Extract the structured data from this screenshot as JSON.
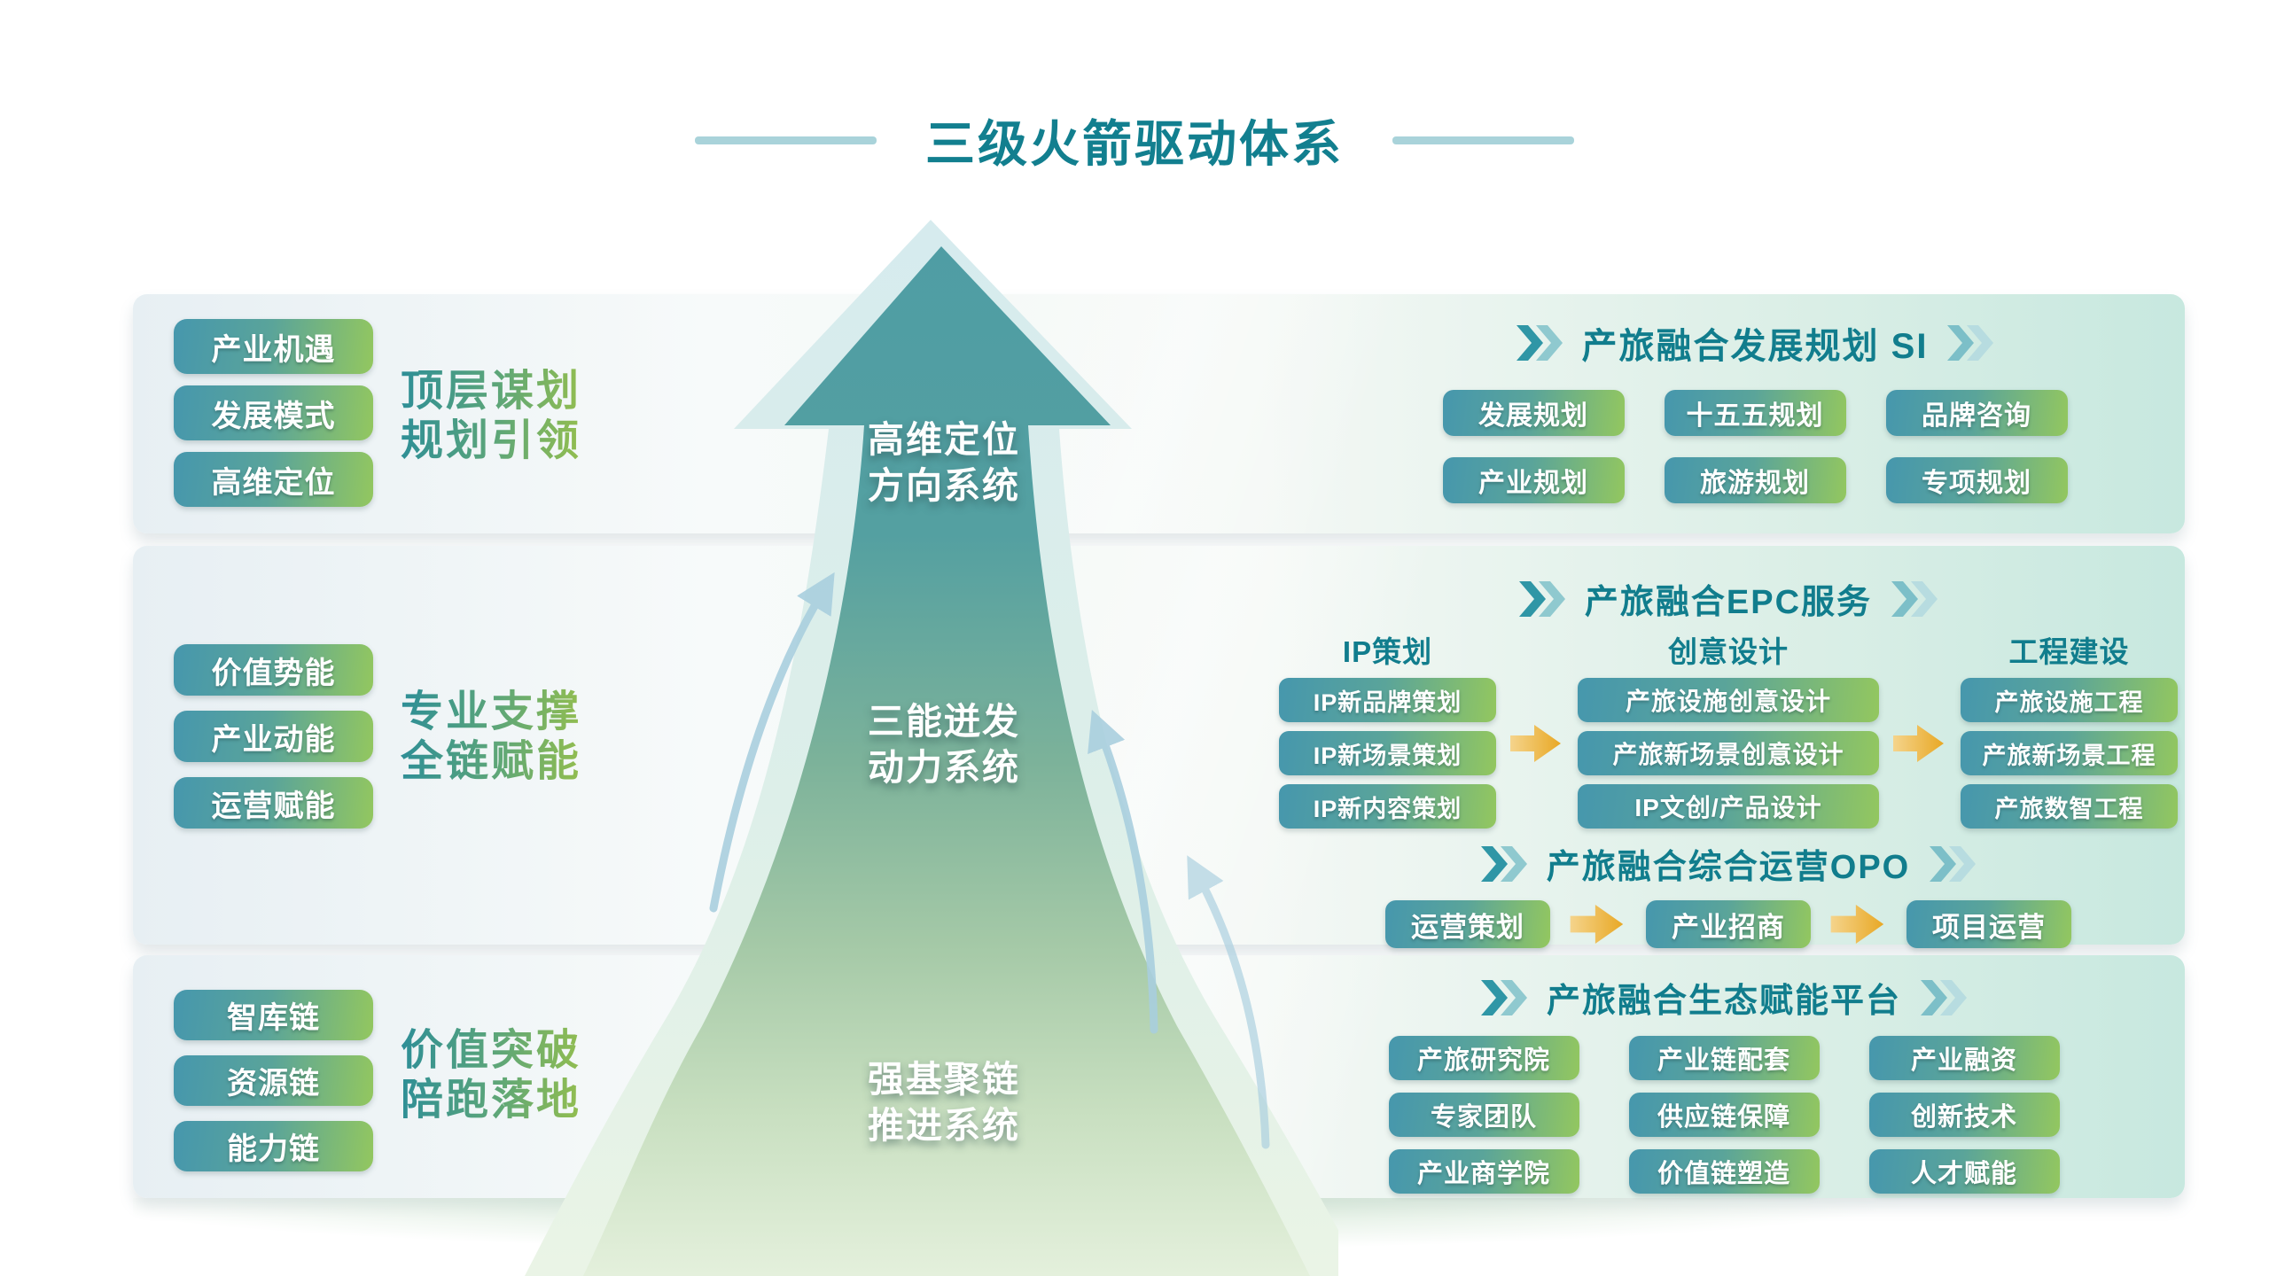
{
  "title": "三级火箭驱动体系",
  "rocket": {
    "stages": [
      {
        "line1": "高维定位",
        "line2": "方向系统"
      },
      {
        "line1": "三能迸发",
        "line2": "动力系统"
      },
      {
        "line1": "强基聚链",
        "line2": "推进系统"
      }
    ]
  },
  "band1": {
    "left_items": [
      "产业机遇",
      "发展模式",
      "高维定位"
    ],
    "label": {
      "line1": "顶层谋划",
      "line2": "规划引领"
    },
    "right": {
      "header": "产旅融合发展规划 SI",
      "buttons": [
        "发展规划",
        "十五五规划",
        "品牌咨询",
        "产业规划",
        "旅游规划",
        "专项规划"
      ]
    }
  },
  "band2": {
    "left_items": [
      "价值势能",
      "产业动能",
      "运营赋能"
    ],
    "label": {
      "line1": "专业支撑",
      "line2": "全链赋能"
    },
    "epc": {
      "header": "产旅融合EPC服务",
      "columns": [
        {
          "title": "IP策划",
          "items": [
            "IP新品牌策划",
            "IP新场景策划",
            "IP新内容策划"
          ]
        },
        {
          "title": "创意设计",
          "items": [
            "产旅设施创意设计",
            "产旅新场景创意设计",
            "IP文创/产品设计"
          ]
        },
        {
          "title": "工程建设",
          "items": [
            "产旅设施工程",
            "产旅新场景工程",
            "产旅数智工程"
          ]
        }
      ]
    },
    "opo": {
      "header": "产旅融合综合运营OPO",
      "steps": [
        "运营策划",
        "产业招商",
        "项目运营"
      ]
    }
  },
  "band3": {
    "left_items": [
      "智库链",
      "资源链",
      "能力链"
    ],
    "label": {
      "line1": "价值突破",
      "line2": "陪跑落地"
    },
    "right": {
      "header": "产旅融合生态赋能平台",
      "items": [
        "产旅研究院",
        "产业链配套",
        "产业融资",
        "专家团队",
        "供应链保障",
        "创新技术",
        "产业商学院",
        "价值链塑造",
        "人才赋能"
      ]
    }
  },
  "colors": {
    "title_teal": "#127F8F",
    "header_teal": "#117D8D",
    "title_dash": "#A9D3DA",
    "pill_gradient_start": "#4697AD",
    "pill_gradient_end": "#93C75F",
    "label_gradient_start": "#2D8E97",
    "label_gradient_end": "#93BE4F",
    "rocket_teal": "#4F9DA4",
    "rocket_pale_green": "#E4F0DC",
    "rocket_outline": "#D6EBEE",
    "flow_arrow_gold": "#E8A825",
    "chevron_dark": "#2F96A6",
    "chevron_light": "#8FC9CF"
  },
  "icons": {
    "chevrons_right": "double-chevron-right",
    "flow_arrow": "right-arrow",
    "curved_flow_arrow": "curved-up-arrow",
    "rocket": "up-arrow-rocket"
  }
}
